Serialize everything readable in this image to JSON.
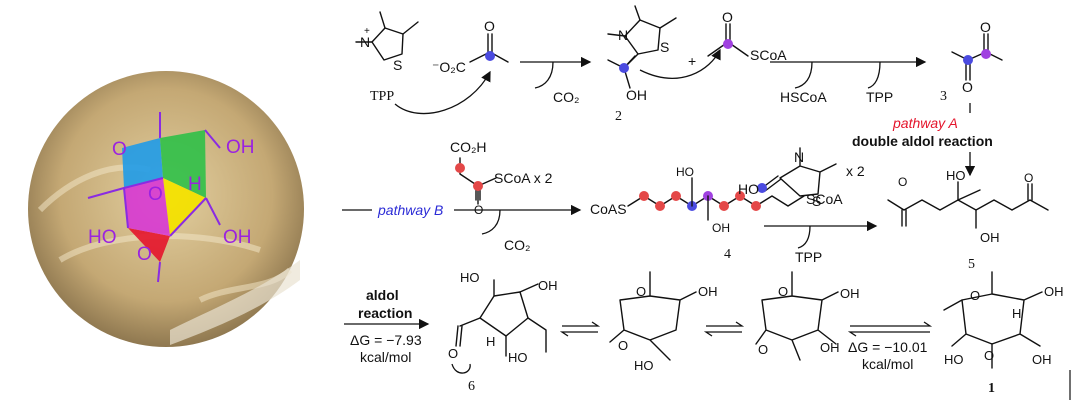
{
  "photo_model": {
    "labels": {
      "o_top": "O",
      "o_mid": "O",
      "o_bottom": "O",
      "oh_top": "OH",
      "oh_right": "OH",
      "ho_left": "HO",
      "h_center": "H"
    },
    "colors": {
      "blue": "#1f9be8",
      "green": "#2fc048",
      "yellow": "#f3e100",
      "red": "#e4142b",
      "magenta": "#d72fd7",
      "label": "#9b22e0",
      "plate": "#c9ad7a"
    }
  },
  "top_row": {
    "tpp": "TPP",
    "n_plus": "N",
    "plus_sign": "+",
    "s_atom": "S",
    "carboxylate": "⁻O₂C",
    "o_pyruvate": "O",
    "co2": "CO₂",
    "intermediate_n": "N",
    "intermediate_s": "S",
    "intermediate_oh": "OH",
    "compound_2": "2",
    "plus": "+",
    "scoa": "SCoA",
    "o_acetyl": "O",
    "hscoa": "HSCoA",
    "tpp2": "TPP",
    "compound_3": "3",
    "o3a": "O",
    "o3b": "O"
  },
  "pathway_a": {
    "label": "pathway A",
    "reaction": "double aldol reaction"
  },
  "middle_row": {
    "pathway_b": "pathway B",
    "co2h": "CO₂H",
    "scoa_x2": "SCoA  x 2",
    "o_malonyl": "O",
    "coas": "CoAS",
    "scoa_end": "SCoA",
    "ho4": "HO",
    "oh4": "OH",
    "compound_4": "4",
    "co2": "CO₂",
    "enamine_n": "N",
    "enamine_s": "S",
    "enamine_ho": "HO",
    "x2": "x 2",
    "tpp": "TPP",
    "compound_5": "5",
    "ho5": "HO",
    "oh5": "OH",
    "o5a": "O",
    "o5b": "O"
  },
  "bottom_row": {
    "aldol_line1": "aldol",
    "aldol_line2": "reaction",
    "dg1": "ΔG = −7.93",
    "dg1_unit": "kcal/mol",
    "compound_6": "6",
    "ho6": "HO",
    "oh6": "OH",
    "h6": "H",
    "ho6b": "HO",
    "o6": "O",
    "oh_b2": "OH",
    "o_b2": "O",
    "o_b2b": "O",
    "ho_b2": "HO",
    "oh_b3": "OH",
    "o_b3": "O",
    "o_b3b": "O",
    "oh_b3b": "OH",
    "dg2": "ΔG = −10.01",
    "dg2_unit": "kcal/mol",
    "compound_1": "1",
    "oh_1a": "OH",
    "h_1": "H",
    "o_1a": "O",
    "o_1b": "O",
    "ho_1": "HO",
    "oh_1b": "OH"
  }
}
